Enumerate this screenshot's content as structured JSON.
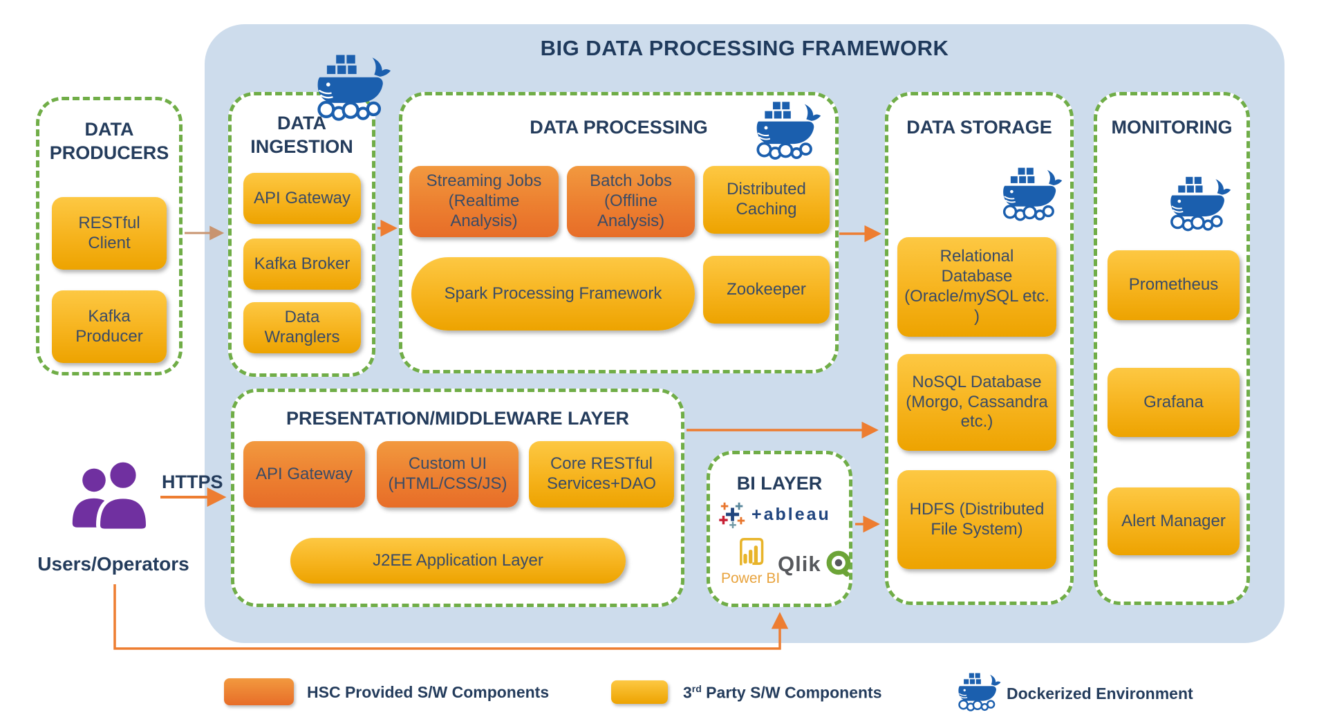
{
  "title": "BIG DATA PROCESSING FRAMEWORK",
  "colors": {
    "shell_blue": "#cddcec",
    "border_green": "#70ad47",
    "hsc_orange": "#ed7d31",
    "third_party_yellow": "#f6b31d",
    "navy_text": "#243c5c",
    "docker_blue": "#1b5fae",
    "users_purple": "#7030a0",
    "arrow_orange": "#ed7d31",
    "arrow_tan": "#c89470"
  },
  "groups": {
    "producers": {
      "title": "DATA PRODUCERS",
      "items": [
        {
          "label": "RESTful Client",
          "type": "third-party"
        },
        {
          "label": "Kafka Producer",
          "type": "third-party"
        }
      ]
    },
    "ingestion": {
      "title": "DATA INGESTION",
      "dockerized": true,
      "items": [
        {
          "label": "API Gateway",
          "type": "third-party"
        },
        {
          "label": "Kafka Broker",
          "type": "third-party"
        },
        {
          "label": "Data Wranglers",
          "type": "third-party"
        }
      ]
    },
    "processing": {
      "title": "DATA PROCESSING",
      "dockerized": true,
      "items": [
        {
          "label": "Streaming Jobs (Realtime Analysis)",
          "type": "hsc"
        },
        {
          "label": "Batch Jobs (Offline Analysis)",
          "type": "hsc"
        },
        {
          "label": "Distributed Caching",
          "type": "third-party"
        },
        {
          "label": "Spark Processing Framework",
          "type": "third-party"
        },
        {
          "label": "Zookeeper",
          "type": "third-party"
        }
      ]
    },
    "storage": {
      "title": "DATA STORAGE",
      "dockerized": true,
      "items": [
        {
          "label": "Relational Database (Oracle/mySQL etc. )",
          "type": "third-party"
        },
        {
          "label": "NoSQL Database (Morgo, Cassandra etc.)",
          "type": "third-party"
        },
        {
          "label": "HDFS (Distributed File System)",
          "type": "third-party"
        }
      ]
    },
    "monitoring": {
      "title": "MONITORING",
      "dockerized": true,
      "items": [
        {
          "label": "Prometheus",
          "type": "third-party"
        },
        {
          "label": "Grafana",
          "type": "third-party"
        },
        {
          "label": "Alert Manager",
          "type": "third-party"
        }
      ]
    },
    "presentation": {
      "title": "PRESENTATION/MIDDLEWARE LAYER",
      "items": [
        {
          "label": "API Gateway",
          "type": "hsc"
        },
        {
          "label": "Custom UI (HTML/CSS/JS)",
          "type": "hsc"
        },
        {
          "label": "Core RESTful Services+DAO",
          "type": "third-party"
        },
        {
          "label": "J2EE Application Layer",
          "type": "third-party"
        }
      ]
    },
    "bi": {
      "title": "BI LAYER",
      "logos": {
        "tableau": "+ableau",
        "powerbi": "Power BI",
        "qlik": "Qlik"
      }
    }
  },
  "users": {
    "label": "Users/Operators",
    "protocol": "HTTPS"
  },
  "legend": {
    "hsc": {
      "label": "HSC Provided S/W Components"
    },
    "third_party": {
      "pre": "3",
      "sup": "rd",
      "rest": " Party S/W Components"
    },
    "docker": {
      "label": "Dockerized Environment"
    }
  }
}
